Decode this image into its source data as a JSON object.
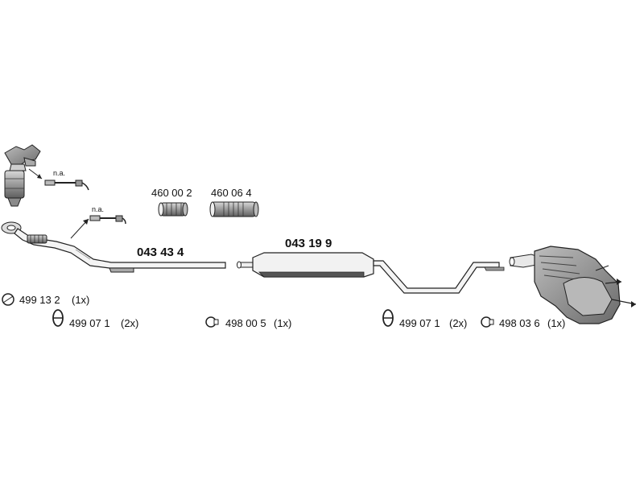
{
  "parts": {
    "front_pipe": "043 43 4",
    "centre_silencer": "043 19 9",
    "flex_pipe_a": "460 00 2",
    "flex_pipe_b": "460 06 4"
  },
  "notes": {
    "sensor_upper": "n.a.",
    "sensor_lower": "n.a."
  },
  "fittings": [
    {
      "code": "499 13 2",
      "qty": "(1x)"
    },
    {
      "code": "499 07 1",
      "qty": "(2x)"
    },
    {
      "code": "498 00 5",
      "qty": "(1x)"
    },
    {
      "code": "499 07 1",
      "qty": "(2x)"
    },
    {
      "code": "498 03 6",
      "qty": "(1x)"
    }
  ]
}
